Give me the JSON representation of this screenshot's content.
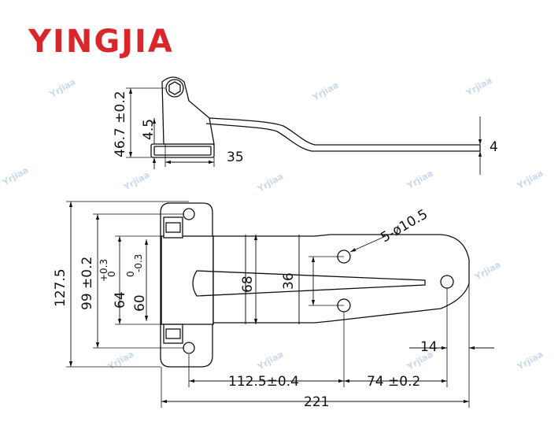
{
  "brand": {
    "name": "YINGJIA",
    "color": "#d8262b"
  },
  "watermark": {
    "text": "Yrjiaa",
    "color": "#c9d8ec"
  },
  "side_view": {
    "overall_height": "46.7 ±0.2",
    "pin_height": "4.5",
    "base_width": "35",
    "strap_thickness": "4"
  },
  "front_view": {
    "overall_height": "127.5",
    "hole_spacing": "99 ±0.2",
    "inner_height_tol_upper": "+0.3",
    "inner_height_tol_lower": "0",
    "inner_height": "64",
    "leaf_height_tol_upper": "0",
    "leaf_height_tol_lower": "-0.3",
    "leaf_height": "60",
    "strap_root_width": "68",
    "slot_width": "36",
    "holes": "5-ø10.5",
    "strap_length": "112.5±0.4",
    "hole_to_hole": "74 ±0.2",
    "tip_offset": "14",
    "overall_length": "221"
  }
}
